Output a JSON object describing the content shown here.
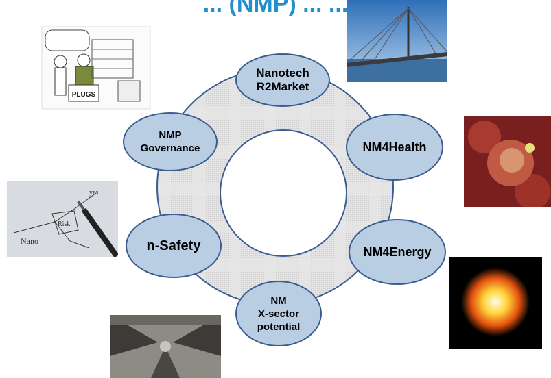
{
  "title": "... (NMP) ... ...",
  "nodes": {
    "r2market": "Nanotech\nR2Market",
    "health": "NM4Health",
    "energy": "NM4Energy",
    "xsector": "NM\nX-sector\npotential",
    "safety": "n-Safety",
    "governance": "NMP\nGovernance"
  },
  "illustrations": {
    "cartoon_sign": "PLUGS",
    "sketch_word_1": "Nano",
    "sketch_word_2": "Risk",
    "sketch_word_3": "yes"
  },
  "colors": {
    "node_fill": "#b9cde3",
    "node_border": "#3a5c8f",
    "title": "#1f8fcf"
  }
}
